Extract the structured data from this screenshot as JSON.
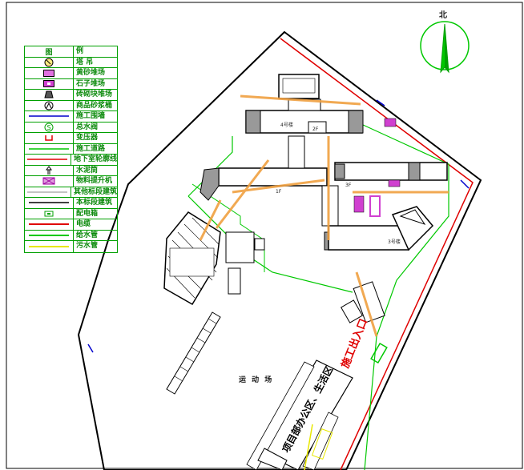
{
  "legend": {
    "header": {
      "symbol": "图",
      "label": "例"
    },
    "items": [
      {
        "label": "塔  吊",
        "icon": "tower-crane-icon"
      },
      {
        "label": "黄砂堆场",
        "icon": "sand-yard-icon"
      },
      {
        "label": "石子堆场",
        "icon": "gravel-yard-icon"
      },
      {
        "label": "砖砌块堆场",
        "icon": "brick-yard-icon"
      },
      {
        "label": "商品砂浆桶",
        "icon": "mortar-tank-icon"
      },
      {
        "label": "施工围墙",
        "icon": "site-wall-line-icon"
      },
      {
        "label": "总水阀",
        "icon": "main-valve-icon"
      },
      {
        "label": "变压器",
        "icon": "transformer-icon"
      },
      {
        "label": "施工道路",
        "icon": "site-road-line-icon"
      },
      {
        "label": "地下室轮廓线",
        "icon": "basement-outline-icon"
      },
      {
        "label": "水泥筒",
        "icon": "cement-silo-icon"
      },
      {
        "label": "物料提升机",
        "icon": "material-hoist-icon"
      },
      {
        "label": "其他标段建筑",
        "icon": "other-building-line-icon"
      },
      {
        "label": "本标段建筑",
        "icon": "this-building-line-icon"
      },
      {
        "label": "配电箱",
        "icon": "distribution-box-icon"
      },
      {
        "label": "电缆",
        "icon": "cable-line-icon"
      },
      {
        "label": "给水管",
        "icon": "water-supply-line-icon"
      },
      {
        "label": "污水管",
        "icon": "sewage-line-icon"
      }
    ]
  },
  "north": {
    "letter": "北"
  },
  "map": {
    "sports_field": "运 动 场",
    "entrance": "施工出入口",
    "office_area": "项目部办公区、生活区",
    "building_4": "4号楼",
    "building_3": "3号楼",
    "floor_1f": "1F",
    "floor_2f": "2F",
    "floor_3f": "3F"
  },
  "colors": {
    "legend_green": "#0c8a0c",
    "wall_blue": "#0000cc",
    "road_green": "#00c800",
    "cable_red": "#e00000",
    "crane_orange": "#f0a040",
    "sewage_yellow": "#e8e800",
    "sand_magenta": "#d040d0"
  }
}
